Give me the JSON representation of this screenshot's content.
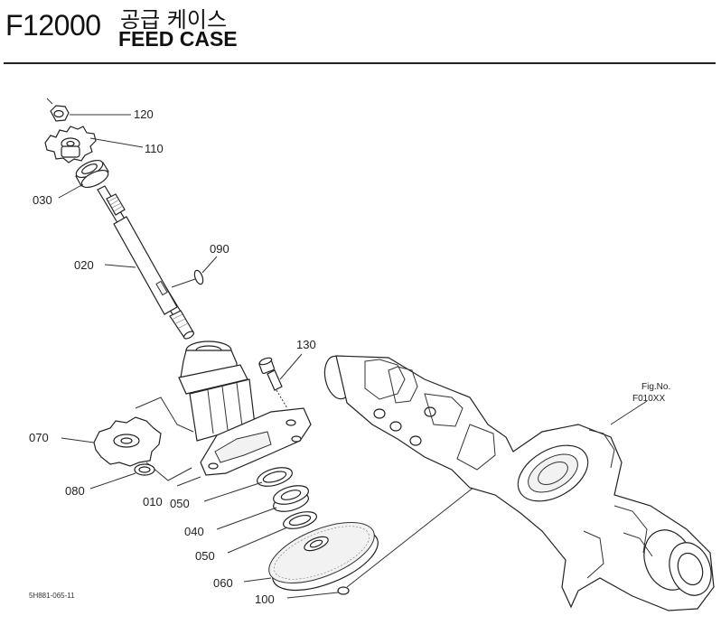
{
  "header": {
    "code": "F12000",
    "title_kr": "공급 케이스",
    "title_en": "FEED CASE"
  },
  "callouts": {
    "p120": "120",
    "p110": "110",
    "p030": "030",
    "p090": "090",
    "p020": "020",
    "p130": "130",
    "p070": "070",
    "p080": "080",
    "p010": "010",
    "p050a": "050",
    "p040": "040",
    "p050b": "050",
    "p060": "060",
    "p100": "100"
  },
  "fig_ref": {
    "line1": "Fig.No.",
    "line2": "F010XX"
  },
  "footer_code": "5H881-065-11"
}
